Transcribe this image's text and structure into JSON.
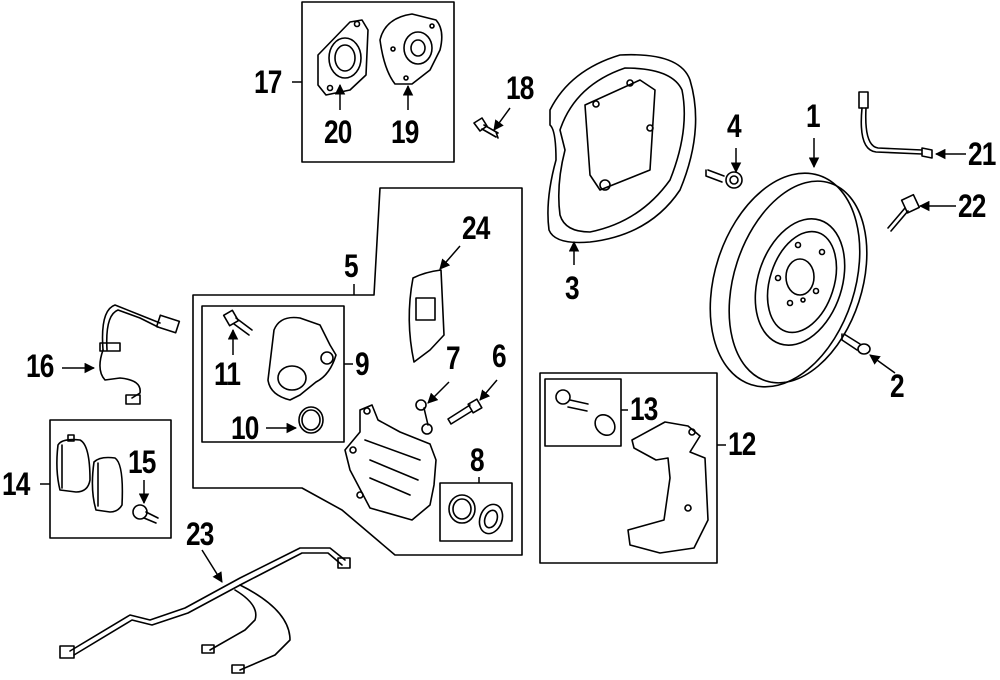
{
  "diagram": {
    "type": "exploded-parts-diagram",
    "subject": "Rear disc brake assembly",
    "colors": {
      "line": "#000000",
      "background": "#ffffff"
    },
    "callouts": [
      {
        "id": "1",
        "label": "1"
      },
      {
        "id": "2",
        "label": "2"
      },
      {
        "id": "3",
        "label": "3"
      },
      {
        "id": "4",
        "label": "4"
      },
      {
        "id": "5",
        "label": "5"
      },
      {
        "id": "6",
        "label": "6"
      },
      {
        "id": "7",
        "label": "7"
      },
      {
        "id": "8",
        "label": "8"
      },
      {
        "id": "9",
        "label": "9"
      },
      {
        "id": "10",
        "label": "10"
      },
      {
        "id": "11",
        "label": "11"
      },
      {
        "id": "12",
        "label": "12"
      },
      {
        "id": "13",
        "label": "13"
      },
      {
        "id": "14",
        "label": "14"
      },
      {
        "id": "15",
        "label": "15"
      },
      {
        "id": "16",
        "label": "16"
      },
      {
        "id": "17",
        "label": "17"
      },
      {
        "id": "18",
        "label": "18"
      },
      {
        "id": "19",
        "label": "19"
      },
      {
        "id": "20",
        "label": "20"
      },
      {
        "id": "21",
        "label": "21"
      },
      {
        "id": "22",
        "label": "22"
      },
      {
        "id": "23",
        "label": "23"
      },
      {
        "id": "24",
        "label": "24"
      }
    ],
    "groups": [
      {
        "id": "17",
        "contains": [
          "19",
          "20"
        ]
      },
      {
        "id": "5",
        "contains": [
          "6",
          "7",
          "8",
          "9",
          "24"
        ]
      },
      {
        "id": "9",
        "contains": [
          "10",
          "11"
        ]
      },
      {
        "id": "12",
        "contains": [
          "13"
        ]
      },
      {
        "id": "14",
        "contains": [
          "15"
        ]
      }
    ],
    "parts": [
      {
        "id": "1",
        "icon": "brake-rotor-icon"
      },
      {
        "id": "2",
        "icon": "rotor-screw-icon"
      },
      {
        "id": "3",
        "icon": "splash-shield-icon"
      },
      {
        "id": "4",
        "icon": "shield-bolt-icon"
      },
      {
        "id": "5",
        "icon": "caliper-assembly-icon"
      },
      {
        "id": "6",
        "icon": "bleeder-screw-icon"
      },
      {
        "id": "7",
        "icon": "bleeder-cap-icon"
      },
      {
        "id": "8",
        "icon": "piston-seal-kit-icon"
      },
      {
        "id": "9",
        "icon": "parking-motor-icon"
      },
      {
        "id": "10",
        "icon": "o-ring-icon"
      },
      {
        "id": "11",
        "icon": "motor-bolt-icon"
      },
      {
        "id": "12",
        "icon": "caliper-bracket-icon"
      },
      {
        "id": "13",
        "icon": "guide-pin-icon"
      },
      {
        "id": "14",
        "icon": "brake-pads-icon"
      },
      {
        "id": "15",
        "icon": "pad-bolt-icon"
      },
      {
        "id": "16",
        "icon": "wear-sensor-icon"
      },
      {
        "id": "17",
        "icon": "hub-assembly-icon"
      },
      {
        "id": "18",
        "icon": "hub-bolt-icon"
      },
      {
        "id": "19",
        "icon": "wheel-hub-icon"
      },
      {
        "id": "20",
        "icon": "wheel-bearing-icon"
      },
      {
        "id": "21",
        "icon": "abs-sensor-cable-icon"
      },
      {
        "id": "22",
        "icon": "abs-sensor-icon"
      },
      {
        "id": "23",
        "icon": "wiring-harness-icon"
      },
      {
        "id": "24",
        "icon": "heat-shield-icon"
      }
    ]
  }
}
